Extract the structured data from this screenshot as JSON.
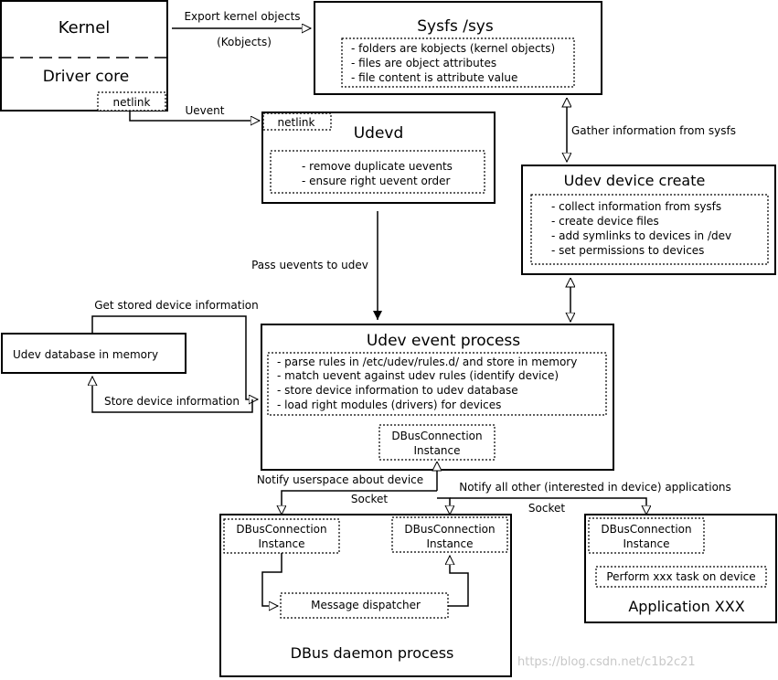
{
  "kernel": {
    "title": "Kernel",
    "subtitle": "Driver core",
    "netlink": "netlink"
  },
  "sysfs": {
    "title": "Sysfs /sys",
    "notes": [
      "- folders are kobjects (kernel objects)",
      "- files are object attributes",
      "- file content is attribute value"
    ]
  },
  "udevd": {
    "title": "Udevd",
    "netlink": "netlink",
    "notes": [
      "- remove duplicate uevents",
      "- ensure right uevent order"
    ]
  },
  "device_create": {
    "title": "Udev device create",
    "notes": [
      "- collect information from sysfs",
      "- create device files",
      "- add symlinks to  devices in /dev",
      "- set permissions to devices"
    ]
  },
  "database": {
    "title": "Udev database in memory"
  },
  "event_process": {
    "title": "Udev event process",
    "notes": [
      "- parse rules in /etc/udev/rules.d/ and store in memory",
      "- match uevent against udev rules (identify device)",
      "- store device information to udev database",
      "- load right modules (drivers) for devices"
    ],
    "dbus_line1": "DBusConnection",
    "dbus_line2": "Instance"
  },
  "dbus_daemon": {
    "title": "DBus daemon process",
    "conn_left_line1": "DBusConnection",
    "conn_left_line2": "Instance",
    "conn_right_line1": "DBusConnection",
    "conn_right_line2": "Instance",
    "dispatcher": "Message dispatcher"
  },
  "application": {
    "title": "Application XXX",
    "conn_line1": "DBusConnection",
    "conn_line2": "Instance",
    "task": "Perform xxx task on device"
  },
  "labels": {
    "export": "Export kernel objects",
    "kobjects": "(Kobjects)",
    "uevent": "Uevent",
    "gather": "Gather information from sysfs",
    "pass": "Pass uevents to udev",
    "get_stored": "Get stored device information",
    "store_info": "Store device information",
    "notify_userspace": "Notify userspace about device",
    "notify_all": "Notify all other (interested in device) applications",
    "socket_left": "Socket",
    "socket_right": "Socket"
  },
  "watermark": "https://blog.csdn.net/c1b2c21"
}
